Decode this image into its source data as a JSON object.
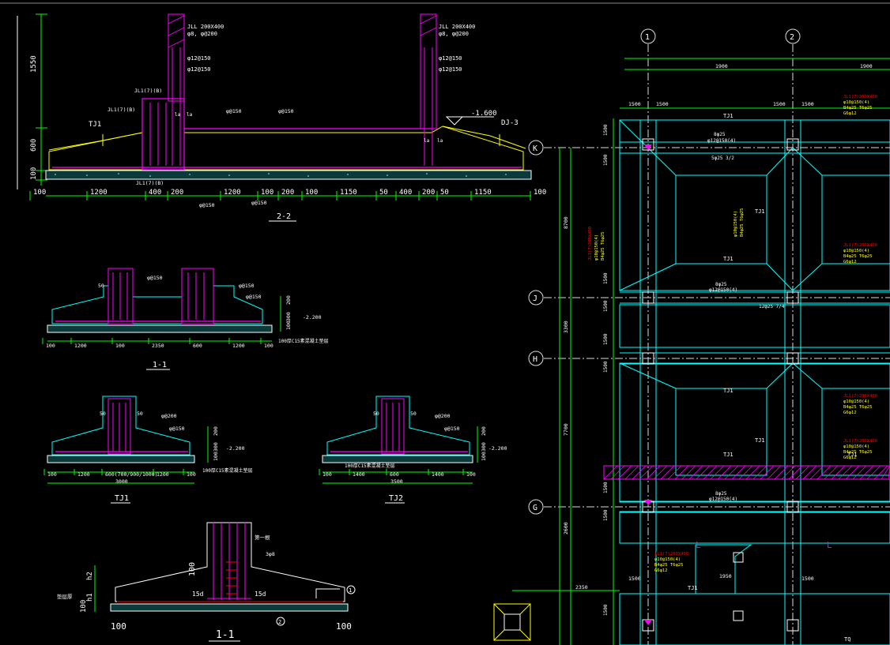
{
  "colors": {
    "background": "#000000",
    "dimension": "#00ff00",
    "concrete": "#ffffff",
    "rebar": "#ff00ff",
    "soil": "#ffff00",
    "beam": "#00ffff",
    "axis": "#c0c0c0",
    "note_red": "#ff0000"
  },
  "section_22": {
    "title": "2-2",
    "left_dims": [
      "1550",
      "600",
      "100"
    ],
    "bottom_dims": [
      "100",
      "1200",
      "400",
      "200",
      "1200",
      "100",
      "200",
      "100",
      "1150",
      "50",
      "400",
      "200",
      "50",
      "1150",
      "100"
    ],
    "jll_left": "JLL 200X400",
    "jll_left_stirrup": "φ8, φ@200",
    "jll_right": "JLL 200X400",
    "jll_right_stirrup": "φ8, φ@200",
    "bar_left_a": "φ12@150",
    "bar_left_b": "φ12@150",
    "bar_right_a": "φ12@150",
    "bar_right_b": "φ12@150",
    "tj_left": "TJ1",
    "tj_right": "DJ-3",
    "jl_label": "JL1(7)(B)",
    "jl_bottom": "JL1(7)(B)",
    "beam_top_bar_a": "φ@150",
    "beam_top_bar_b": "φ@150",
    "beam_bottom_bar_a": "φ@150",
    "beam_bottom_bar_b": "φ@150",
    "la_a": "la",
    "la_b": "la",
    "la_c": "la",
    "la_d": "la",
    "elevation": "-1.600"
  },
  "section_11": {
    "title": "1-1",
    "bottom_dims": [
      "100",
      "1200",
      "100",
      "2350",
      "600",
      "1200",
      "100"
    ],
    "side_dims": [
      "200",
      "300",
      "100"
    ],
    "note": "100厚C15素混凝土垫层",
    "bar_a": "φ@150",
    "bar_b": "φ@150",
    "bar_c": "φ@150",
    "fifty": "50",
    "elevation": "-2.200"
  },
  "section_tj1": {
    "title": "TJ1",
    "bottom_dims": [
      "100",
      "1200",
      "600(700/900/1000)",
      "1200",
      "100"
    ],
    "total": "3000",
    "side_dims": [
      "200",
      "300",
      "100"
    ],
    "note": "100厚C15素混凝土垫层",
    "bar_a": "φ@200",
    "bar_b": "φ@150",
    "fifty_a": "50",
    "fifty_b": "50",
    "elevation": "-2.200"
  },
  "section_tj2": {
    "title": "TJ2",
    "bottom_dims": [
      "100",
      "1400",
      "600",
      "1400",
      "100"
    ],
    "total": "3500",
    "side_dims": [
      "200",
      "300",
      "100"
    ],
    "note": "100厚C15素混凝土垫层",
    "bar_a": "φ@200",
    "bar_b": "φ@150",
    "fifty_a": "50",
    "fifty_b": "50",
    "elevation": "-2.200"
  },
  "section_11b": {
    "title": "1-1",
    "left_dims": [
      "h2",
      "h1",
      "100"
    ],
    "bottom_left": "100",
    "bottom_right": "100",
    "left_note": "垫层厚",
    "top_note_a": "第一根",
    "top_note_b": "3φ8",
    "fifteen_a": "15d",
    "fifteen_b": "15d",
    "dim_100": "100",
    "marker_1": "1",
    "marker_2": "2"
  },
  "plan": {
    "col_axes": [
      "1",
      "2"
    ],
    "row_axes": [
      "K",
      "J",
      "H",
      "G"
    ],
    "top_dim_a": "1900",
    "top_dim_b": "1900",
    "sub_dims": [
      "1500",
      "1500",
      "1500",
      "1500"
    ],
    "left_dims": [
      "8700",
      "3300",
      "7700",
      "2600"
    ],
    "inner_dims": [
      "1500",
      "1500",
      "1500",
      "1500",
      "1500",
      "1500",
      "1500",
      "1500",
      "1500"
    ],
    "tj_labels": [
      "TJ1",
      "TJ1",
      "TJ1",
      "TJ1",
      "TJ1",
      "TJ1",
      "TJ1",
      "TJ1",
      "TJ1",
      "TJ1"
    ],
    "beam_note_a": "8φ25",
    "beam_note_b": "φ12@150(4)",
    "beam_note_c": "5φ25 3/2",
    "beam_note_d": "12φ25 7/4",
    "red_notes": [
      "JL1(7)200X400",
      "JL1(7)200X400",
      "JL1(7)200X400",
      "JL1(7)200X400",
      "JL1(7)200X400",
      "JL1(7)200X400"
    ],
    "yellow_notes": [
      "φ10@150(4)",
      "B4φ25 T6φ25",
      "G6φ12"
    ],
    "corner_dim": "2350",
    "corner_dim_b": "1950",
    "j_label": "1",
    "l_marks": [
      "L",
      "L"
    ],
    "bottom_labels": [
      "1500",
      "1500"
    ],
    "tq_label": "TQ"
  }
}
